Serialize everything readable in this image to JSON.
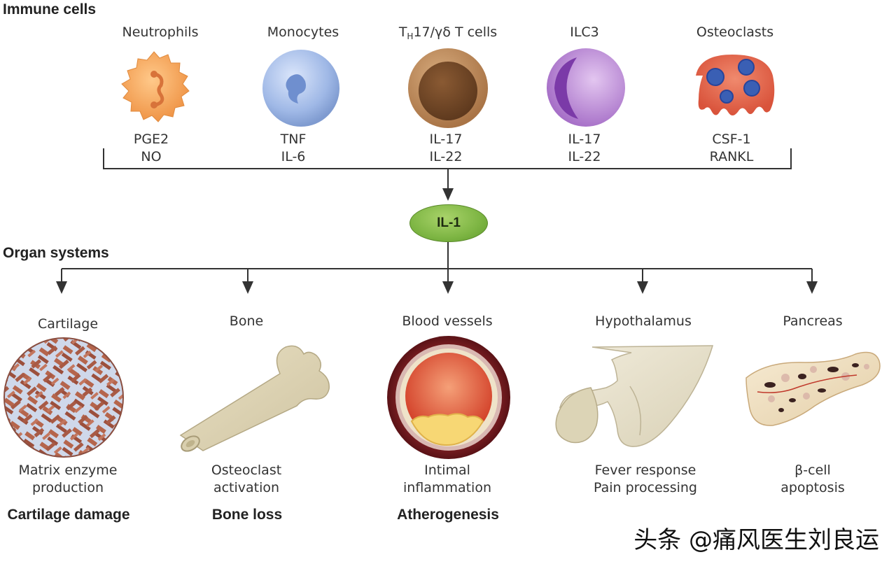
{
  "sections": {
    "immune_title": "Immune cells",
    "organ_title": "Organ systems"
  },
  "immune_cells": [
    {
      "name": "Neutrophils",
      "mediators": [
        "PGE2",
        "NO"
      ],
      "icon": "neutrophil-icon",
      "color": "#f4a35a"
    },
    {
      "name": "Monocytes",
      "mediators": [
        "TNF",
        "IL-6"
      ],
      "icon": "monocyte-icon",
      "color": "#9fb8e6"
    },
    {
      "name_prefix": "T",
      "name_subscript": "H",
      "name_suffix": "17/γδ T cells",
      "mediators": [
        "IL-17",
        "IL-22"
      ],
      "icon": "t-cell-icon",
      "color": "#b5855a"
    },
    {
      "name": "ILC3",
      "mediators": [
        "IL-17",
        "IL-22"
      ],
      "icon": "ilc3-icon",
      "color": "#b77fd4"
    },
    {
      "name": "Osteoclasts",
      "mediators": [
        "CSF-1",
        "RANKL"
      ],
      "icon": "osteoclast-icon",
      "color": "#e2664f"
    }
  ],
  "hub": {
    "label": "IL-1",
    "color": "#7db543"
  },
  "organ_systems": [
    {
      "name": "Cartilage",
      "effect": [
        "Matrix enzyme",
        "production"
      ],
      "outcome": "Cartilage damage",
      "icon": "cartilage-icon"
    },
    {
      "name": "Bone",
      "effect": [
        "Osteoclast",
        "activation"
      ],
      "outcome": "Bone loss",
      "icon": "bone-icon"
    },
    {
      "name": "Blood vessels",
      "effect": [
        "Intimal",
        "inflammation"
      ],
      "outcome": "Atherogenesis",
      "icon": "blood-vessel-icon"
    },
    {
      "name": "Hypothalamus",
      "effect": [
        "Fever response",
        "Pain processing"
      ],
      "outcome": "",
      "icon": "hypothalamus-icon"
    },
    {
      "name": "Pancreas",
      "effect": [
        "β-cell",
        "apoptosis"
      ],
      "outcome": "",
      "icon": "pancreas-icon"
    }
  ],
  "watermark": "头条 @痛风医生刘良运"
}
